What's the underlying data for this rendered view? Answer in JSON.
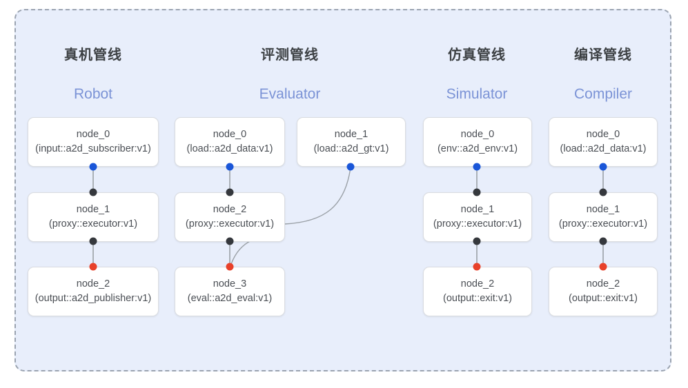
{
  "frame": {
    "background": "#e8eefb",
    "border_color": "#9aa3b0",
    "border_style": "dashed"
  },
  "colors": {
    "port_blue": "#1a56d8",
    "port_black": "#35383d",
    "port_red": "#e8412a",
    "edge": "#9aa0a6",
    "title_cn": "#3c4043",
    "title_en": "#7b93d6",
    "node_text": "#4a4e54",
    "node_border": "#dadce0"
  },
  "columns": [
    {
      "id": "robot",
      "title_cn": "真机管线",
      "title_en": "Robot",
      "nodes": [
        {
          "name": "node_0",
          "type": "(input::a2d_subscriber:v1)"
        },
        {
          "name": "node_1",
          "type": "(proxy::executor:v1)"
        },
        {
          "name": "node_2",
          "type": "(output::a2d_publisher:v1)"
        }
      ]
    },
    {
      "id": "evaluator",
      "title_cn": "评测管线",
      "title_en": "Evaluator",
      "nodes": [
        {
          "name": "node_0",
          "type": "(load::a2d_data:v1)"
        },
        {
          "name": "node_2",
          "type": "(proxy::executor:v1)"
        },
        {
          "name": "node_3",
          "type": "(eval::a2d_eval:v1)"
        }
      ],
      "side_nodes": [
        {
          "name": "node_1",
          "type": "(load::a2d_gt:v1)"
        }
      ]
    },
    {
      "id": "simulator",
      "title_cn": "仿真管线",
      "title_en": "Simulator",
      "nodes": [
        {
          "name": "node_0",
          "type": "(env::a2d_env:v1)"
        },
        {
          "name": "node_1",
          "type": "(proxy::executor:v1)"
        },
        {
          "name": "node_2",
          "type": "(output::exit:v1)"
        }
      ]
    },
    {
      "id": "compiler",
      "title_cn": "编译管线",
      "title_en": "Compiler",
      "nodes": [
        {
          "name": "node_0",
          "type": "(load::a2d_data:v1)"
        },
        {
          "name": "node_1",
          "type": "(proxy::executor:v1)"
        },
        {
          "name": "node_2",
          "type": "(output::exit:v1)"
        }
      ]
    }
  ]
}
